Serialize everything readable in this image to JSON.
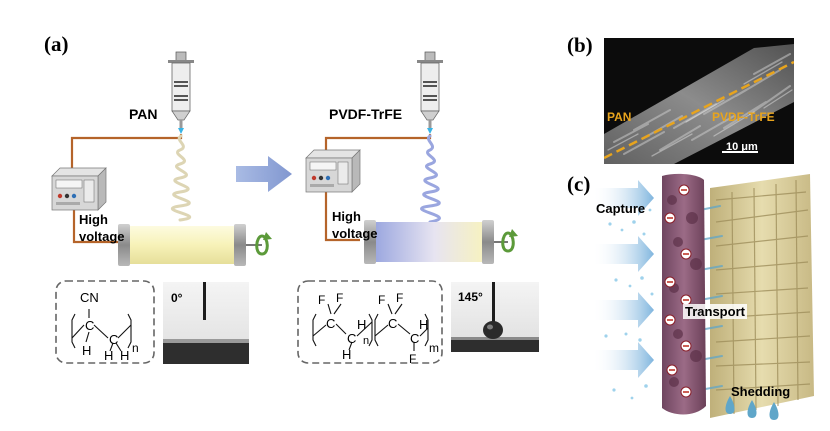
{
  "panels": {
    "a": "(a)",
    "b": "(b)",
    "c": "(c)"
  },
  "left_setup": {
    "polymer": "PAN",
    "voltage_line1": "High",
    "voltage_line2": "voltage",
    "contact_angle": "0°"
  },
  "right_setup": {
    "polymer": "PVDF-TrFE",
    "voltage_line1": "High",
    "voltage_line2": "voltage",
    "contact_angle": "145°"
  },
  "pan_structure": {
    "cn": "CN",
    "c1": "C",
    "c2": "C",
    "h1": "H",
    "h2": "H",
    "h3": "H",
    "n": "n"
  },
  "pvdf_structure": {
    "f1": "F",
    "f2": "F",
    "f3": "F",
    "f4": "F",
    "f5": "F",
    "c1": "C",
    "c2": "C",
    "c3": "C",
    "c4": "C",
    "h1": "H",
    "h2": "H",
    "h3": "H",
    "n": "n",
    "m": "m"
  },
  "sem": {
    "left_label": "PAN",
    "right_label": "PVDF-TrFE",
    "scale": "10 μm"
  },
  "mechanism": {
    "capture": "Capture",
    "transport": "Transport",
    "shedding": "Shedding"
  },
  "colors": {
    "wire": "#b5642a",
    "pan_fiber": "#ddd5b4",
    "pvdf_fiber": "#9aa6df",
    "arrow": "#93a6d6",
    "dashed_line": "#e8a41d",
    "pan_layer": "#8a5b74",
    "pvdf_layer": "#d9cc97",
    "droplet": "#5fa6c9"
  }
}
